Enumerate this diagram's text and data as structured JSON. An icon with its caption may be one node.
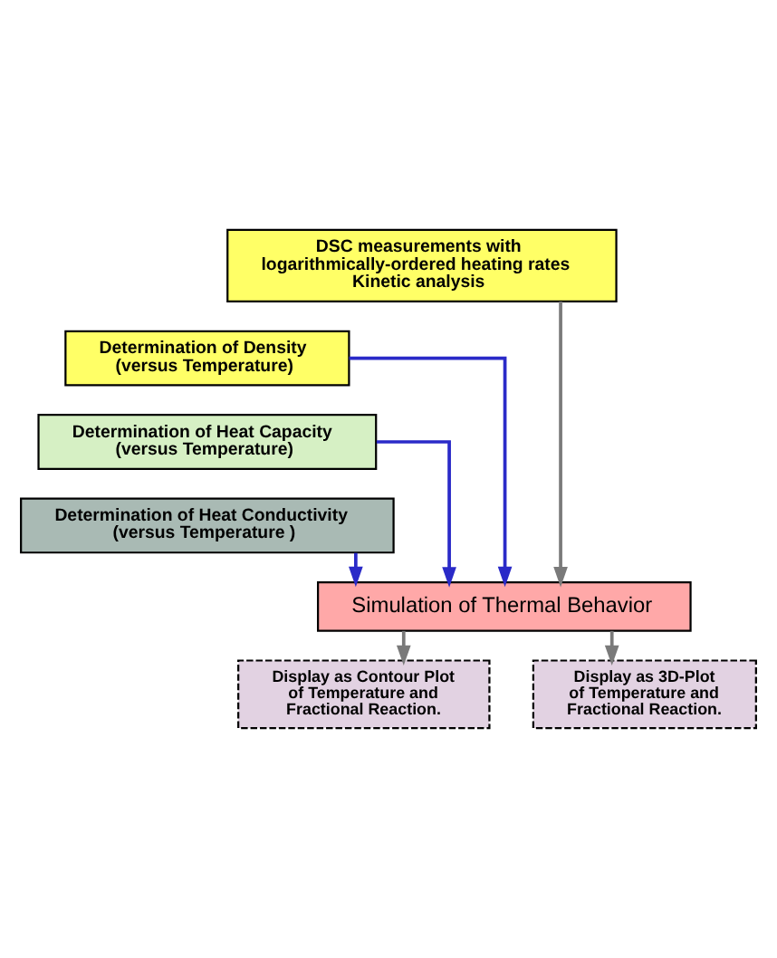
{
  "diagram": {
    "nodes": [
      {
        "text": [
          "DSC measurements with logarithmically-ordered heating rates",
          "Kinetic analysis"
        ]
      },
      {
        "text": [
          "Determination of Density (versus Temperature)"
        ]
      },
      {
        "text": [
          "Determination of Heat Capacity (versus Temperature)"
        ]
      },
      {
        "text": [
          "Determination of Heat Conductivity (versus Temperature )"
        ]
      },
      {
        "text": [
          "Simulation of Thermal Behavior"
        ]
      },
      {
        "text": [
          "Display as Contour Plot of Temperature and Fractional Reaction."
        ]
      },
      {
        "text": [
          "Display as 3D-Plot of Temperature and Fractional Reaction."
        ]
      }
    ],
    "edges": [
      {
        "from": 1,
        "to": 4,
        "arrow": "to",
        "color": "#2a2ac8"
      },
      {
        "from": 2,
        "to": 4,
        "arrow": "to",
        "color": "#2a2ac8"
      },
      {
        "from": 3,
        "to": 4,
        "arrow": "to",
        "color": "#2a2ac8"
      },
      {
        "from": 0,
        "to": 4,
        "arrow": "to"
      },
      {
        "from": 4,
        "to": 5,
        "arrow": "to"
      },
      {
        "from": 4,
        "to": 6,
        "arrow": "to"
      }
    ]
  }
}
